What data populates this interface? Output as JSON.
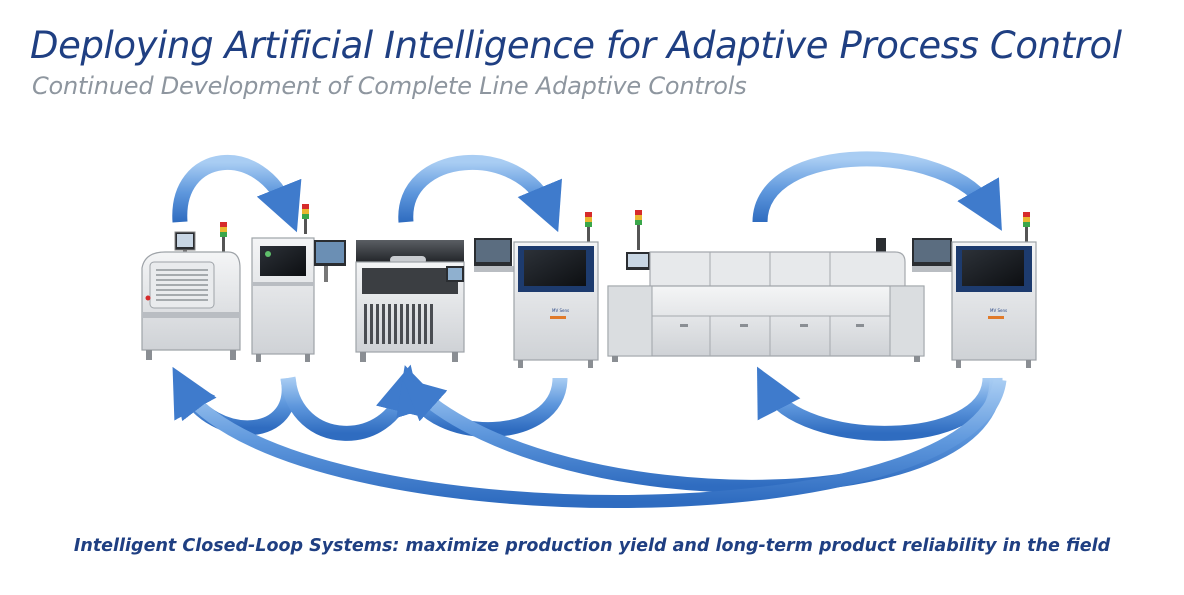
{
  "title": "Deploying Artificial Intelligence for Adaptive Process Control",
  "subtitle": "Continued Development of Complete Line Adaptive Controls",
  "caption": "Intelligent Closed-Loop Systems: maximize production yield and long-term product reliability in the field",
  "accent_color": "#1f3f82",
  "subtitle_color": "#8e969f",
  "arrow_color": "#4a86d0",
  "machines": [
    {
      "name": "solder-paste-printer"
    },
    {
      "name": "spi-inspection"
    },
    {
      "name": "pick-and-place"
    },
    {
      "name": "pre-reflow-aoi"
    },
    {
      "name": "reflow-oven"
    },
    {
      "name": "post-reflow-aoi"
    }
  ],
  "oven_brand": "",
  "aoi_label": "MV Sens"
}
